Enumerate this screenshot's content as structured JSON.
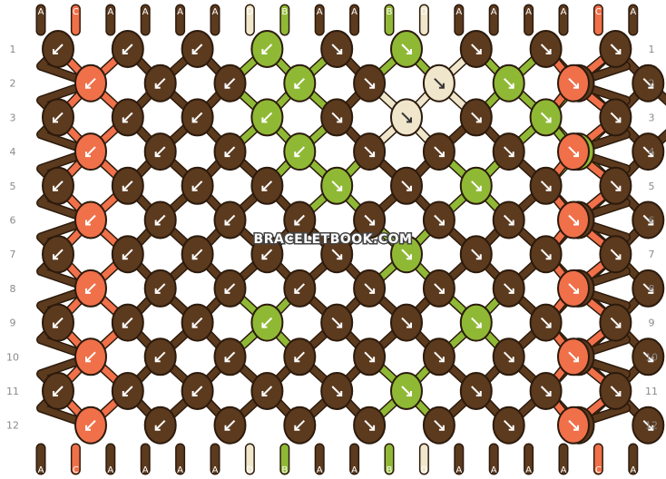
{
  "pattern": {
    "strand_colors": {
      "A": "#5c3a1e",
      "B": "#8fb935",
      "C": "#f0704a",
      "D": "#efe6cc"
    },
    "top_labels": [
      "A",
      "C",
      "A",
      "A",
      "A",
      "A",
      "D",
      "B",
      "A",
      "A",
      "B",
      "D",
      "A",
      "A",
      "A",
      "A",
      "C",
      "A"
    ],
    "bottom_labels": [
      "A",
      "C",
      "A",
      "A",
      "A",
      "A",
      "D",
      "B",
      "A",
      "A",
      "B",
      "D",
      "A",
      "A",
      "A",
      "A",
      "C",
      "A"
    ],
    "row_numbers": [
      "1",
      "2",
      "3",
      "4",
      "5",
      "6",
      "7",
      "8",
      "9",
      "10",
      "11",
      "12"
    ],
    "watermark": "BRACELETBOOK.COM"
  },
  "knots": [
    [
      "A",
      "A",
      "A",
      "B",
      "A",
      "B",
      "A",
      "A",
      "A"
    ],
    [
      "C",
      "A",
      "A",
      "B",
      "A",
      "D",
      "B",
      "A",
      "A",
      "C"
    ],
    [
      "A",
      "A",
      "A",
      "B",
      "A",
      "D",
      "A",
      "B",
      "A",
      "A"
    ],
    [
      "C",
      "A",
      "A",
      "B",
      "A",
      "A",
      "A",
      "B",
      "A",
      "C"
    ],
    [
      "A",
      "A",
      "A",
      "A",
      "B",
      "A",
      "B",
      "A",
      "A"
    ],
    [
      "C",
      "A",
      "A",
      "A",
      "A",
      "A",
      "A",
      "A",
      "A",
      "C"
    ],
    [
      "A",
      "A",
      "A",
      "A",
      "A",
      "B",
      "A",
      "A",
      "A"
    ],
    [
      "C",
      "A",
      "A",
      "A",
      "A",
      "A",
      "A",
      "A",
      "A",
      "C"
    ],
    [
      "A",
      "A",
      "A",
      "B",
      "A",
      "A",
      "B",
      "A",
      "A"
    ],
    [
      "C",
      "A",
      "A",
      "A",
      "A",
      "A",
      "A",
      "A",
      "A",
      "C"
    ],
    [
      "A",
      "A",
      "A",
      "A",
      "A",
      "B",
      "A",
      "A",
      "A"
    ],
    [
      "C",
      "A",
      "A",
      "A",
      "A",
      "A",
      "A",
      "A",
      "A",
      "C"
    ]
  ]
}
